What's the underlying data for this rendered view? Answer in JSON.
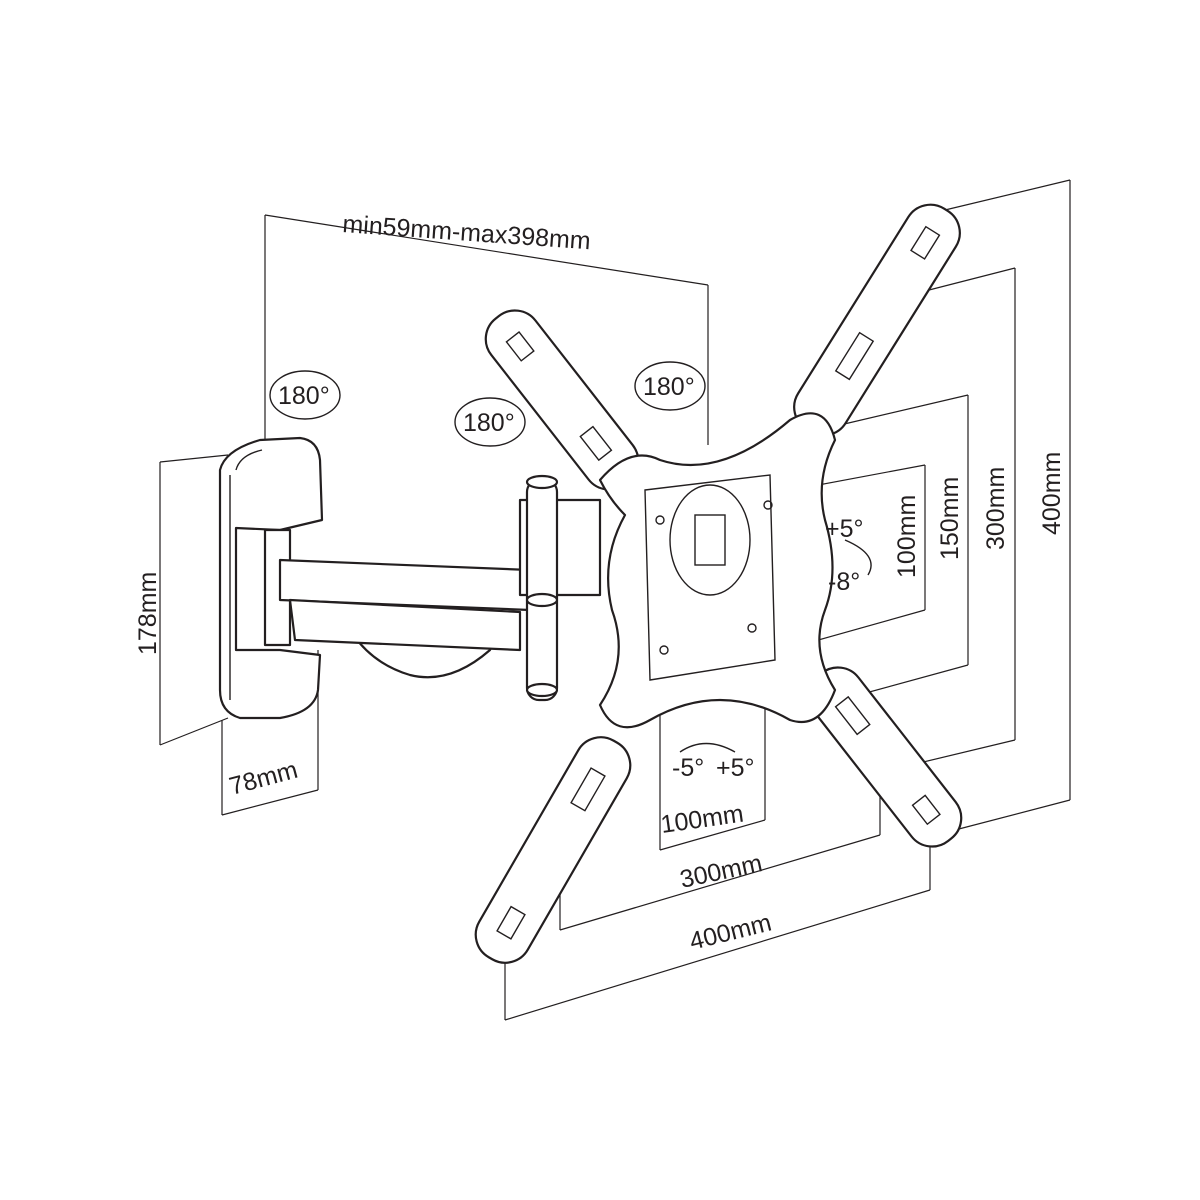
{
  "labels": {
    "arm_extension": "min59mm-max398mm",
    "swivel_wall": "180°",
    "swivel_arm": "180°",
    "swivel_plate": "180°",
    "wall_plate_height": "178mm",
    "wall_plate_width": "78mm",
    "tilt_up": "+5°",
    "tilt_down": "-8°",
    "vesa_v_100": "100mm",
    "vesa_v_150": "150mm",
    "vesa_v_300": "300mm",
    "vesa_v_400": "400mm",
    "rotate_left": "-5°",
    "rotate_right": "+5°",
    "vesa_h_100": "100mm",
    "vesa_h_300": "300mm",
    "vesa_h_400": "400mm"
  },
  "colors": {
    "line": "#231f20",
    "background": "#ffffff"
  }
}
